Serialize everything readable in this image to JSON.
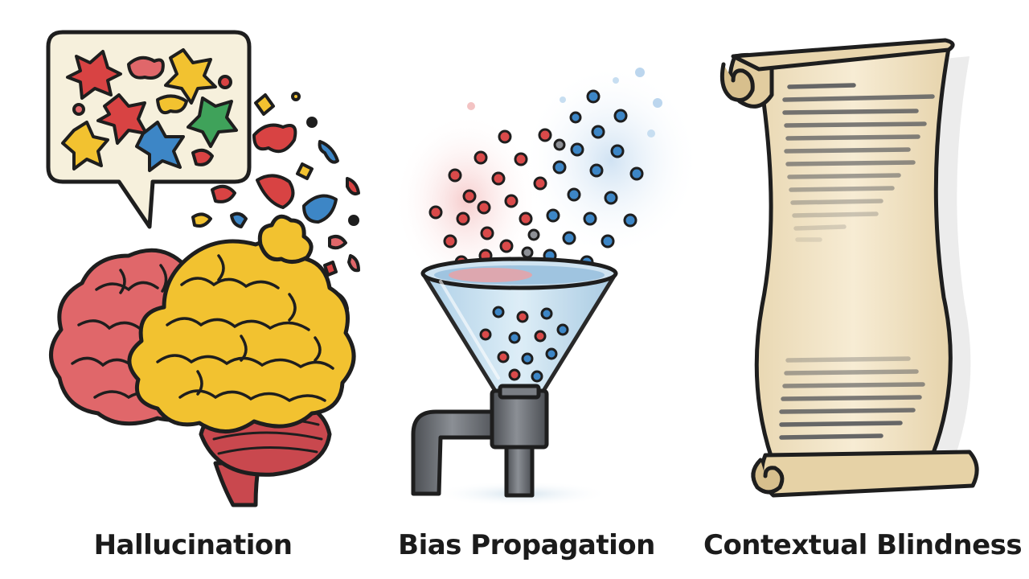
{
  "panels": [
    {
      "label": "Hallucination",
      "icon": "brain-icon"
    },
    {
      "label": "Bias Propagation",
      "icon": "funnel-icon"
    },
    {
      "label": "Contextual Blindness",
      "icon": "scroll-icon"
    }
  ],
  "colors": {
    "outline": "#1e1e1e",
    "brain_left": "#e0676a",
    "brain_right": "#f2c230",
    "cerebellum": "#c9484e",
    "funnel_glass": "#bcd9ec",
    "pipe": "#5e6166",
    "dot_red": "#d94a4a",
    "dot_blue": "#3d86c6",
    "scroll_paper": "#f3e6c9",
    "text_lines": "#666666"
  }
}
